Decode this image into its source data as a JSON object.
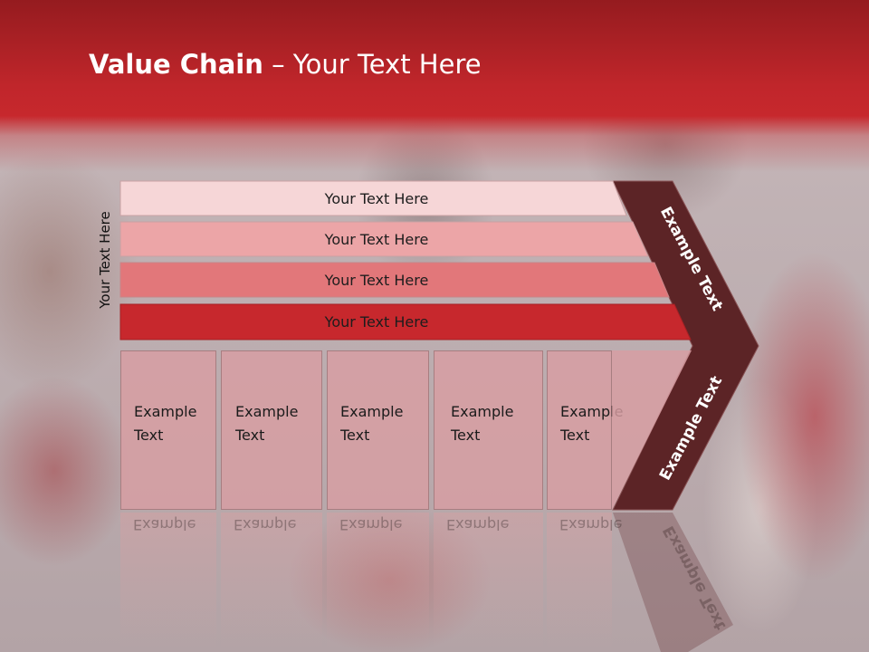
{
  "slide": {
    "title_bold": "Value Chain",
    "title_rest": " – Your Text Here",
    "side_label": "Your Text Here",
    "rows": [
      {
        "label": "Your Text Here",
        "color": "#f6d6d7"
      },
      {
        "label": "Your Text Here",
        "color": "#eca5a7"
      },
      {
        "label": "Your Text Here",
        "color": "#e2777a"
      },
      {
        "label": "Your Text Here",
        "color": "#c7282d"
      }
    ],
    "cards": [
      {
        "line1": "Example",
        "line2": "Text"
      },
      {
        "line1": "Example",
        "line2": "Text"
      },
      {
        "line1": "Example",
        "line2": "Text"
      },
      {
        "line1": "Example",
        "line2": "Text"
      },
      {
        "line1": "Example",
        "line2": "Text"
      }
    ],
    "chevron": {
      "upper_text": "Example Text",
      "lower_text": "Example Text",
      "color": "#5c2426"
    },
    "colors": {
      "banner": "#c7282d",
      "card_fill": "#d89ea2"
    }
  }
}
